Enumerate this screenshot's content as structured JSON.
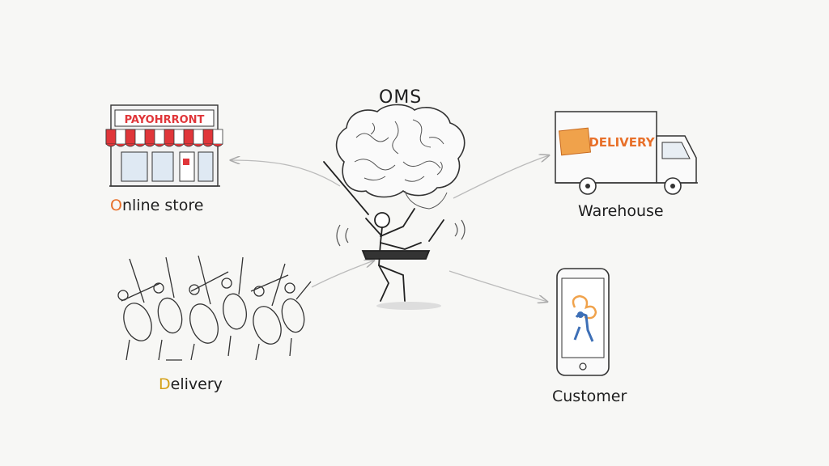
{
  "diagram": {
    "center": {
      "title": "OMS"
    },
    "nodes": {
      "online_store": {
        "first_letter": "O",
        "rest": "nline store",
        "sign": "PAYOHRRONT",
        "accent": "#e8702a"
      },
      "warehouse": {
        "label": "Warehouse",
        "truck_text": "DELIVERY",
        "accent": "#e8702a"
      },
      "delivery": {
        "first_letter": "D",
        "rest": "elivery",
        "accent": "#d4a017"
      },
      "customer": {
        "label": "Customer"
      }
    },
    "colors": {
      "ink": "#2a2a2a",
      "arrow": "#b9b9b9",
      "awning_red": "#e0363a",
      "phone_blue": "#3d6fb6"
    }
  }
}
